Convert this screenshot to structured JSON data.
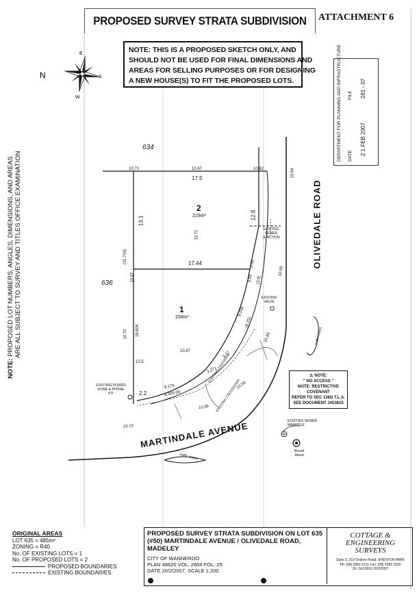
{
  "header": {
    "title": "PROPOSED SURVEY STRATA SUBDIVISION",
    "attachment": "ATTACHMENT 6"
  },
  "compass": {
    "labels": [
      "N",
      "E",
      "S",
      "W"
    ]
  },
  "note": {
    "lines": [
      "NOTE: THIS IS A PROPOSED SKETCH ONLY, AND",
      "SHOULD NOT BE USED FOR FINAL DIMENSIONS AND",
      "AREAS FOR SELLING PURPOSES OR FOR DESIGNING",
      "A NEW HOUSE(S) TO FIT THE PROPOSED LOTS."
    ]
  },
  "stamp": {
    "dept": "DEPARTMENT FOR PLANNING AND INFRASTRUCTURE",
    "date_label": "DATE",
    "file_label": "FILE",
    "date": "2 1 FEB 2007",
    "file": "281 - 07"
  },
  "side_note": {
    "prefix": "NOTE:",
    "lines": [
      "PROPOSED LOT NUMBERS, ANGLES, DIMENSIONS, AND AREAS",
      "ARE ALL SUBJECT TO SURVEY AND TITLES OFFICE EXAMINATION"
    ]
  },
  "plan": {
    "lot_634": "634",
    "lot_636": "636",
    "lot1": {
      "num": "1",
      "area": "258m²"
    },
    "lot2": {
      "num": "2",
      "area": "229m²"
    },
    "dims": {
      "top_left": "10.70",
      "top_mid": "10.67",
      "top_right": "10.62",
      "top": "17.5",
      "left_upper": "13.1",
      "right_upper": "12.8",
      "inner_lot2": "10.71",
      "mid": "17.44",
      "mid_right": "0.31",
      "left_total": "(31.704)",
      "left_tick": "10.67",
      "left_lower": "18.604",
      "left_lower_tick": "10.70",
      "right_a": "3.59",
      "right_b": "(3.9)",
      "chord1": "8.206",
      "chord1b": "(8.25)",
      "chord2": "3.27",
      "chord2b": "3.271",
      "chord3": "8.179",
      "chord3b": "8.309 (8)",
      "inner_lot1": "10.67",
      "small": "10.5",
      "left_bottom": "2.2",
      "road_top": "10.64",
      "road_mid": "10.69",
      "road_mid2": "10.89",
      "road_lower": "10.59",
      "road_bottom": "10.39",
      "martindale": "10.15"
    },
    "labels": {
      "sewer_junction": "EXISTING SEWER JUNCTION",
      "valve": "EXISTING VALVE",
      "power_dome": "EXISTING POWER DOME & PHONE PIT",
      "footpath": "EXISTING FOOTPATH",
      "crossover": "EXISTING CROSSOVER",
      "sewer_manhole": "EXISTING SEWER MANHOLE",
      "round_about": "Round About",
      "traffic_island_1": "traffic island",
      "traffic_island_2": "traffic island"
    },
    "roads": {
      "olivedale": "OLIVEDALE ROAD",
      "martindale": "MARTINDALE AVENUE"
    }
  },
  "warning": {
    "l1": "NOTE:",
    "l2": "\" NO ACCESS \"",
    "l3": "NOTE: RESTRICTIVE COVENANT",
    "l4": "REFER TO SEC 136D T.L.A.",
    "l5": "SEE DOCUMENT J453815"
  },
  "original_areas": {
    "heading": "ORIGINAL AREAS",
    "lot": "LOT 635 = 485m²",
    "zoning": "ZONING = R40",
    "existing": "No. OF EXISTING LOTS = 1",
    "proposed": "No. OF PROPOSED LOTS = 2",
    "proposed_boundaries": "PROPOSED BOUNDARIES",
    "existing_boundaries": "EXISTING BOUNDARIES"
  },
  "title_block": {
    "t1": "PROPOSED SURVEY STRATA SUBDIVISION ON LOT 635",
    "t2": "(#50) MARTINDALE AVENUE / OLIVEDALE ROAD, MADELEY",
    "city": "CITY OF WANNEROO",
    "plan": "PLAN 48620    VOL. 2604    FOL. 25",
    "date": "DATE 20/2/2007,    SCALE 1:200",
    "firm1": "COTTAGE & ENGINEERING",
    "firm2": "SURVEYS",
    "addr1": "Suite 3, 219 Onslow Road, SHENTON PARK",
    "addr2": "Ph: (08) 9381 6211   Fax: (08) 9382 2503",
    "addr3": "JN: SK10052        20/2/2007"
  }
}
